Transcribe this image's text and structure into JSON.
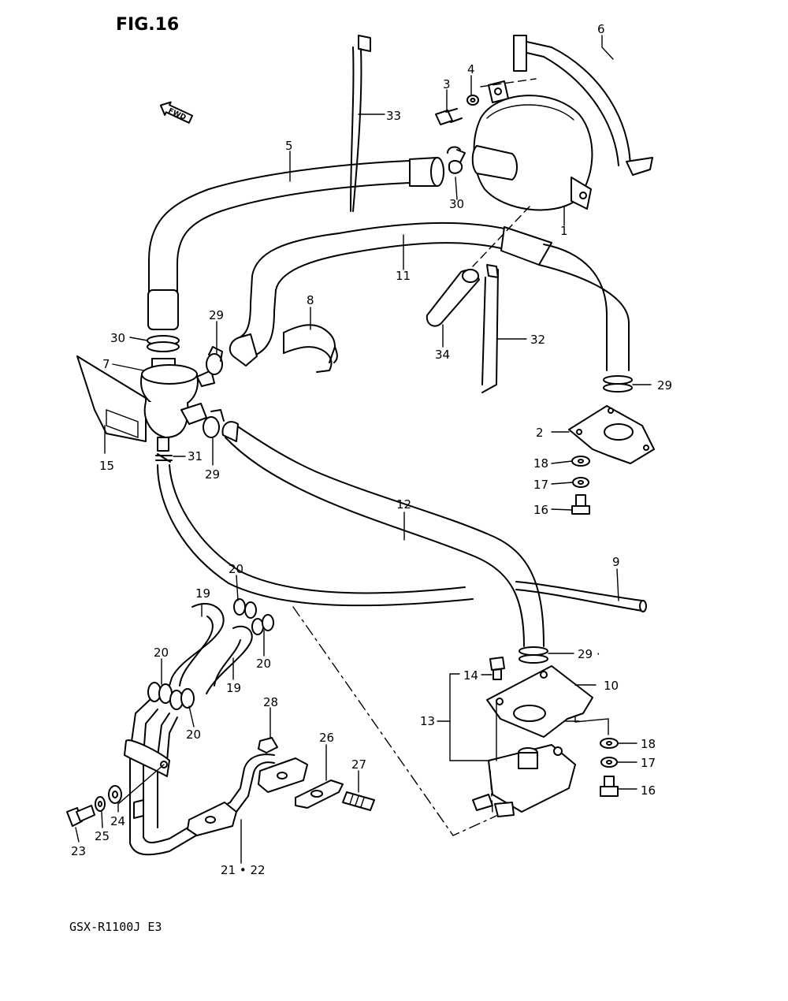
{
  "figure": {
    "title": "FIG.16",
    "model_code": "GSX-R1100J  E3"
  },
  "direction_marker": {
    "label": "FWD",
    "icon": "arrow-left-icon"
  },
  "parts": {
    "p1": "1",
    "p2": "2",
    "p3": "3",
    "p4": "4",
    "p5": "5",
    "p6": "6",
    "p7": "7",
    "p8": "8",
    "p9": "9",
    "p10": "10",
    "p11": "11",
    "p12": "12",
    "p13": "13",
    "p14": "14",
    "p15": "15",
    "p16a": "16",
    "p16b": "16",
    "p17a": "17",
    "p17b": "17",
    "p18a": "18",
    "p18b": "18",
    "p19a": "19",
    "p19b": "19",
    "p20a": "20",
    "p20b": "20",
    "p20c": "20",
    "p20d": "20",
    "p21_22": "21 • 22",
    "p23": "23",
    "p24": "24",
    "p25": "25",
    "p26": "26",
    "p27": "27",
    "p28": "28",
    "p29a": "29",
    "p29b": "29",
    "p29c": "29",
    "p29d": "29 ·",
    "p30a": "30",
    "p30b": "30",
    "p31": "31",
    "p32": "32",
    "p33": "33",
    "p34": "34"
  }
}
